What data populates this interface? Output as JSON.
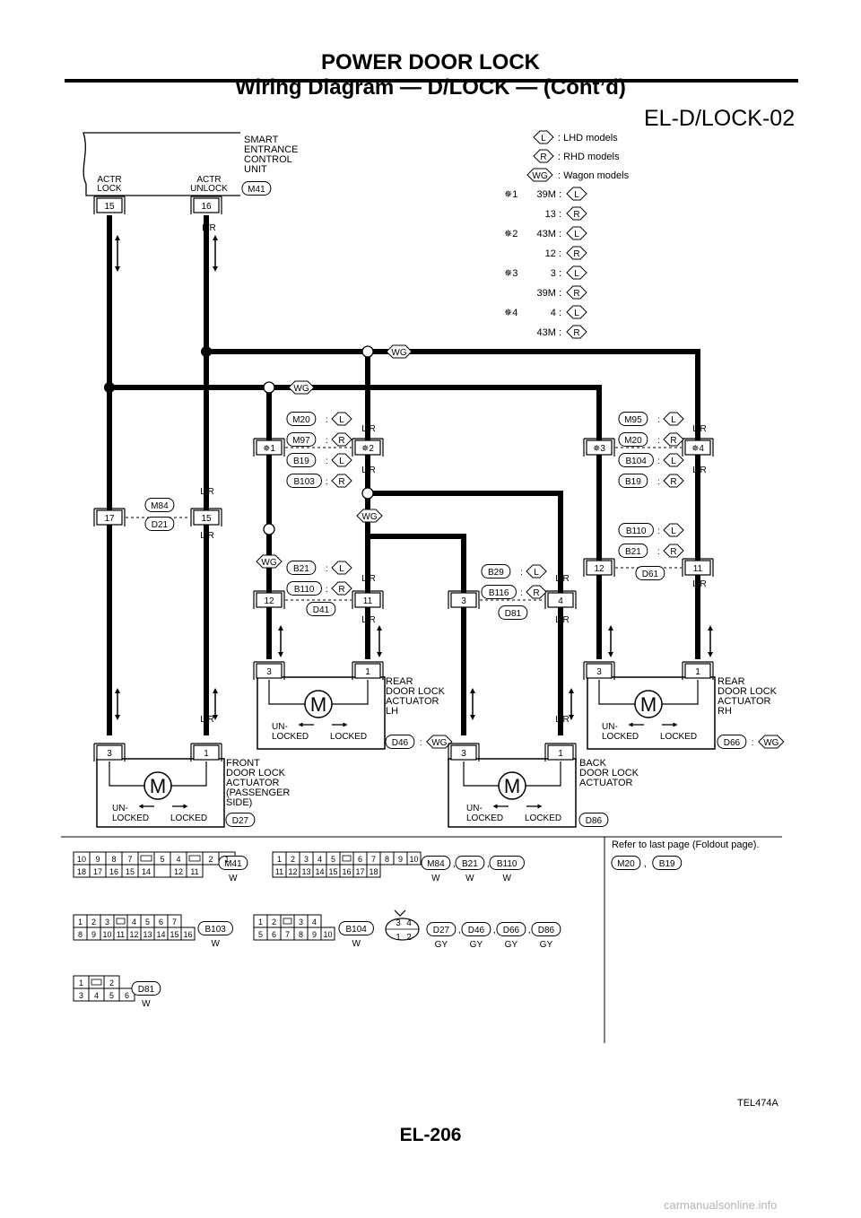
{
  "header": {
    "section_title": "POWER DOOR LOCK",
    "subtitle": "Wiring Diagram — D/LOCK — (Cont’d)",
    "diagram_id": "EL-D/LOCK-02"
  },
  "footer": {
    "figure_code": "TEL474A",
    "page_number": "EL-206",
    "watermark": "carmanualsonline.info"
  },
  "legend": {
    "model_tags": [
      {
        "tag": "L",
        "desc": ": LHD models"
      },
      {
        "tag": "R",
        "desc": ": RHD models"
      },
      {
        "tag": "WG",
        "desc": ": Wagon models"
      }
    ],
    "star_notes": [
      {
        "star": "✵1",
        "rows": [
          {
            "conn": "39M :",
            "tag": "L"
          },
          {
            "conn": "13 :",
            "tag": "R"
          }
        ]
      },
      {
        "star": "✵2",
        "rows": [
          {
            "conn": "43M :",
            "tag": "L"
          },
          {
            "conn": "12 :",
            "tag": "R"
          }
        ]
      },
      {
        "star": "✵3",
        "rows": [
          {
            "conn": "3 :",
            "tag": "L"
          },
          {
            "conn": "39M :",
            "tag": "R"
          }
        ]
      },
      {
        "star": "✵4",
        "rows": [
          {
            "conn": "4 :",
            "tag": "L"
          },
          {
            "conn": "43M :",
            "tag": "R"
          }
        ]
      }
    ]
  },
  "components": {
    "smart_unit": {
      "name": [
        "SMART",
        "ENTRANCE",
        "CONTROL",
        "UNIT"
      ],
      "connector": "M41",
      "pin_labels": [
        "ACTR",
        "LOCK",
        "ACTR",
        "UNLOCK"
      ],
      "pins": [
        "15",
        "16"
      ]
    },
    "front_actuator": {
      "name": [
        "FRONT",
        "DOOR LOCK",
        "ACTUATOR",
        "(PASSENGER",
        " SIDE)"
      ],
      "connector": "D27",
      "pins": [
        "3",
        "1"
      ]
    },
    "rear_lh_actuator": {
      "name": [
        "REAR",
        "DOOR LOCK",
        "ACTUATOR",
        "LH"
      ],
      "connector": "D46",
      "tag": "WG",
      "pins": [
        "3",
        "1"
      ]
    },
    "rear_rh_actuator": {
      "name": [
        "REAR",
        "DOOR LOCK",
        "ACTUATOR",
        "RH"
      ],
      "connector": "D66",
      "tag": "WG",
      "pins": [
        "3",
        "1"
      ]
    },
    "back_actuator": {
      "name": [
        "BACK",
        "DOOR LOCK",
        "ACTUATOR"
      ],
      "connector": "D86",
      "pins": [
        "3",
        "1"
      ]
    },
    "motor_label": "M",
    "unlocked_label": [
      "UN-",
      "LOCKED"
    ],
    "locked_label": "LOCKED"
  },
  "wires": {
    "L": "L",
    "LR": "L/R",
    "WG": "WG"
  },
  "inline_connectors": {
    "m84_d21": {
      "upper": "M84",
      "lower": "D21",
      "pins": [
        "17",
        "15"
      ]
    },
    "d41": {
      "conn": "D41",
      "pins": [
        "12",
        "11"
      ]
    },
    "d81": {
      "conn": "D81",
      "pins": [
        "3",
        "4"
      ]
    },
    "d61": {
      "conn": "D61",
      "pins": [
        "12",
        "11"
      ]
    }
  },
  "conditional_tables": {
    "left_pair": [
      {
        "conn": "M20",
        "tag": "L"
      },
      {
        "conn": "M97",
        "tag": "R"
      },
      {
        "conn": "B19",
        "tag": "L"
      },
      {
        "conn": "B103",
        "tag": "R"
      }
    ],
    "right_pair": [
      {
        "conn": "M95",
        "tag": "L"
      },
      {
        "conn": "M20",
        "tag": "R"
      },
      {
        "conn": "B104",
        "tag": "L"
      },
      {
        "conn": "B19",
        "tag": "R"
      }
    ],
    "d41_pair": [
      {
        "conn": "B21",
        "tag": "L"
      },
      {
        "conn": "B110",
        "tag": "R"
      }
    ],
    "d81_pair": [
      {
        "conn": "B29",
        "tag": "L"
      },
      {
        "conn": "B116",
        "tag": "R"
      }
    ],
    "d61_pair": [
      {
        "conn": "B110",
        "tag": "L"
      },
      {
        "conn": "B21",
        "tag": "R"
      }
    ],
    "stars": [
      "✵1",
      "✵2",
      "✵3",
      "✵4"
    ]
  },
  "connector_views": {
    "m41": {
      "top": [
        "10",
        "9",
        "8",
        "7",
        "",
        "5",
        "4",
        "",
        "2",
        "1"
      ],
      "bottom": [
        "18",
        "17",
        "16",
        "15",
        "14",
        "",
        "12",
        "11"
      ],
      "labels": [
        "M41"
      ],
      "colors": [
        "W"
      ]
    },
    "m84": {
      "top": [
        "1",
        "2",
        "3",
        "4",
        "5",
        "",
        "6",
        "7",
        "8",
        "9",
        "10"
      ],
      "bottom": [
        "11",
        "12",
        "13",
        "14",
        "15",
        "16",
        "17",
        "18"
      ],
      "labels": [
        "M84",
        "B21",
        "B110"
      ],
      "colors": [
        "W",
        "W",
        "W"
      ]
    },
    "b103": {
      "top": [
        "1",
        "2",
        "3",
        "",
        "4",
        "5",
        "6",
        "7"
      ],
      "bottom": [
        "8",
        "9",
        "10",
        "11",
        "12",
        "13",
        "14",
        "15",
        "16"
      ],
      "labels": [
        "B103"
      ],
      "colors": [
        "W"
      ]
    },
    "b104": {
      "top": [
        "1",
        "2",
        "",
        "3",
        "4"
      ],
      "bottom": [
        "5",
        "6",
        "7",
        "8",
        "9",
        "10"
      ],
      "labels": [
        "B104"
      ],
      "colors": [
        "W"
      ]
    },
    "round": {
      "top": [
        "3",
        "4"
      ],
      "bottom": [
        "1",
        "2"
      ],
      "labels": [
        "D27",
        "D46",
        "D66",
        "D86"
      ],
      "colors": [
        "GY",
        "GY",
        "GY",
        "GY"
      ]
    },
    "d81": {
      "top": [
        "1",
        "",
        "2"
      ],
      "bottom": [
        "3",
        "4",
        "5",
        "6"
      ],
      "labels": [
        "D81"
      ],
      "colors": [
        "W"
      ]
    },
    "refer_text": "Refer to last page (Foldout page).",
    "refer_conns": [
      "M20",
      "B19"
    ],
    "comma": ","
  }
}
